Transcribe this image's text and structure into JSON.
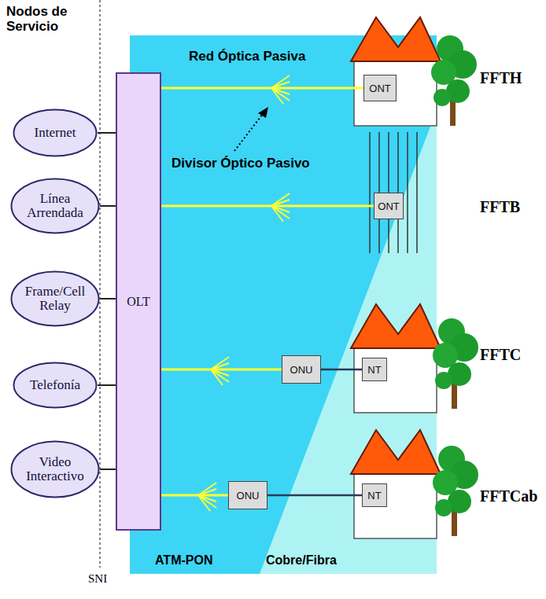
{
  "diagram": {
    "nodes": [
      {
        "text": [
          "Internet"
        ]
      },
      {
        "text": [
          "Línea Arrendada"
        ]
      },
      {
        "text": [
          "Frame/Cell Relay"
        ]
      },
      {
        "text": [
          "Telefonía"
        ]
      },
      {
        "text": [
          "Video Interactivo"
        ]
      },
      {
        "text": [
          "OLT"
        ]
      },
      {
        "text": [
          "ONT"
        ]
      },
      {
        "text": [
          "ONT"
        ]
      },
      {
        "text": [
          "ONU"
        ]
      },
      {
        "text": [
          "NT"
        ]
      },
      {
        "text": [
          "ONU"
        ]
      },
      {
        "text": [
          "NT"
        ]
      }
    ],
    "edges": [
      {
        "from": 0,
        "to": 5,
        "arrow": "none"
      },
      {
        "from": 1,
        "to": 5,
        "arrow": "none"
      },
      {
        "from": 2,
        "to": 5,
        "arrow": "none"
      },
      {
        "from": 3,
        "to": 5,
        "arrow": "none"
      },
      {
        "from": 4,
        "to": 5,
        "arrow": "none"
      },
      {
        "from": 5,
        "to": 6,
        "arrow": "none"
      },
      {
        "from": 5,
        "to": 7,
        "arrow": "none"
      },
      {
        "from": 5,
        "to": 8,
        "arrow": "none"
      },
      {
        "from": 8,
        "to": 9,
        "arrow": "none"
      },
      {
        "from": 5,
        "to": 10,
        "arrow": "none"
      },
      {
        "from": 10,
        "to": 11,
        "arrow": "none"
      }
    ],
    "labels": [
      "Nodos de Servicio",
      "Red Óptica Pasiva",
      "Divisor Óptico Pasivo",
      "FFTH",
      "FFTB",
      "FFTC",
      "FFTCab",
      "ATM-PON",
      "Cobre/Fibra",
      "SNI"
    ]
  }
}
